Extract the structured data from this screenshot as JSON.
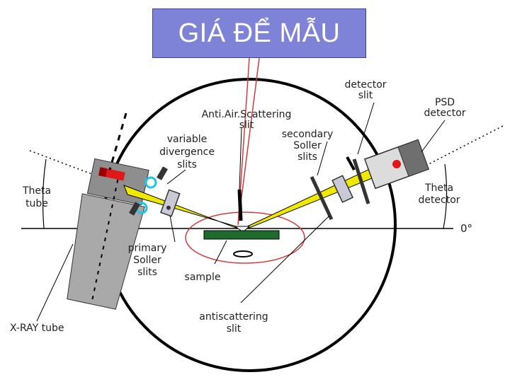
{
  "title": "GIÁ ĐỂ MẪU",
  "labels": {
    "anti_air_1": "Anti.Air.Scattering",
    "anti_air_2": "slit",
    "detector_slit_1": "detector",
    "detector_slit_2": "slit",
    "psd_1": "PSD",
    "psd_2": "detector",
    "variable_1": "variable",
    "variable_2": "divergence",
    "variable_3": "slits",
    "secondary_1": "secondary",
    "secondary_2": "Soller",
    "secondary_3": "slits",
    "theta_tube_1": "Theta",
    "theta_tube_2": "tube",
    "theta_detector_1": "Theta",
    "theta_detector_2": "detector",
    "zero_deg": "0°",
    "primary_1": "primary",
    "primary_2": "Soller",
    "primary_3": "slits",
    "sample": "sample",
    "antiscatter_1": "antiscattering",
    "antiscatter_2": "slit",
    "xray_tube": "X-RAY tube"
  },
  "colors": {
    "title_bg": "#7f83d8",
    "beam": "#f0e800",
    "sample": "#1f6b2e",
    "tube": "#a9a9a9",
    "annotation": "#d43a3a"
  }
}
